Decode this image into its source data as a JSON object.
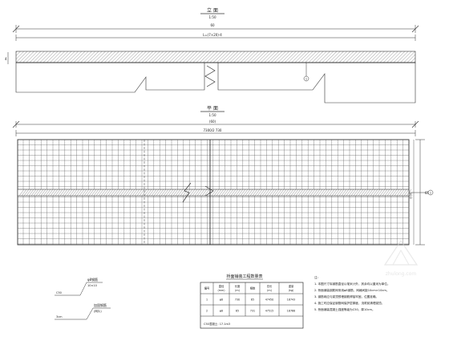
{
  "elevation": {
    "title": "立 面",
    "scale": "1:50",
    "dim_top": "60",
    "dim_total": "L=(7×20)-4",
    "left_tag": "4",
    "callout_number": "1"
  },
  "plan": {
    "title": "平 面",
    "scale": "1:50",
    "dim_top": "(60)",
    "dim_total": "7300/2  730",
    "dim_right_outer": "65",
    "dim_right_inner": "10/2",
    "callout_number": "1"
  },
  "detail": {
    "top_label": "φ8钢筋",
    "top_sub": "10×10",
    "top_left": "C50",
    "bottom_label": "加固钢筋",
    "bottom_sub": "(网片)",
    "bottom_left": "3cm"
  },
  "table": {
    "title": "桥面铺装工程数量表",
    "headers": [
      "编号",
      "直径\n(mm)",
      "长度\n(m)",
      "根数",
      "总长\n(m)",
      "重量\n(kg)"
    ],
    "rows": [
      [
        "1",
        "φ8",
        "730",
        "65",
        "47450",
        "18743"
      ],
      [
        "2",
        "φ8",
        "65",
        "731",
        "47515",
        "18768"
      ]
    ],
    "footer": "C50混凝土: 17.1m3"
  },
  "notes": {
    "lines": [
      "注:",
      "1. 本图尺寸除钢筋直径以毫米计外，其余均以厘米为单位。",
      "2. 桥面铺装钢筋网采用φ8钢筋，网格间距10cm×10cm。",
      "3. 钢筋网应与梁顶预埋钢筋焊接牢固，位置准确。",
      "4. 施工时应保证钢筋网保护层厚度，浇筑前清理梁顶。",
      "5. 桥面铺装混凝土强度等级为C50，厚10cm。"
    ]
  },
  "watermark": "zhulong.com",
  "colors": {
    "line": "#333333",
    "grid": "#555555",
    "hatch": "#666666",
    "watermark": "#d8d8d8"
  }
}
